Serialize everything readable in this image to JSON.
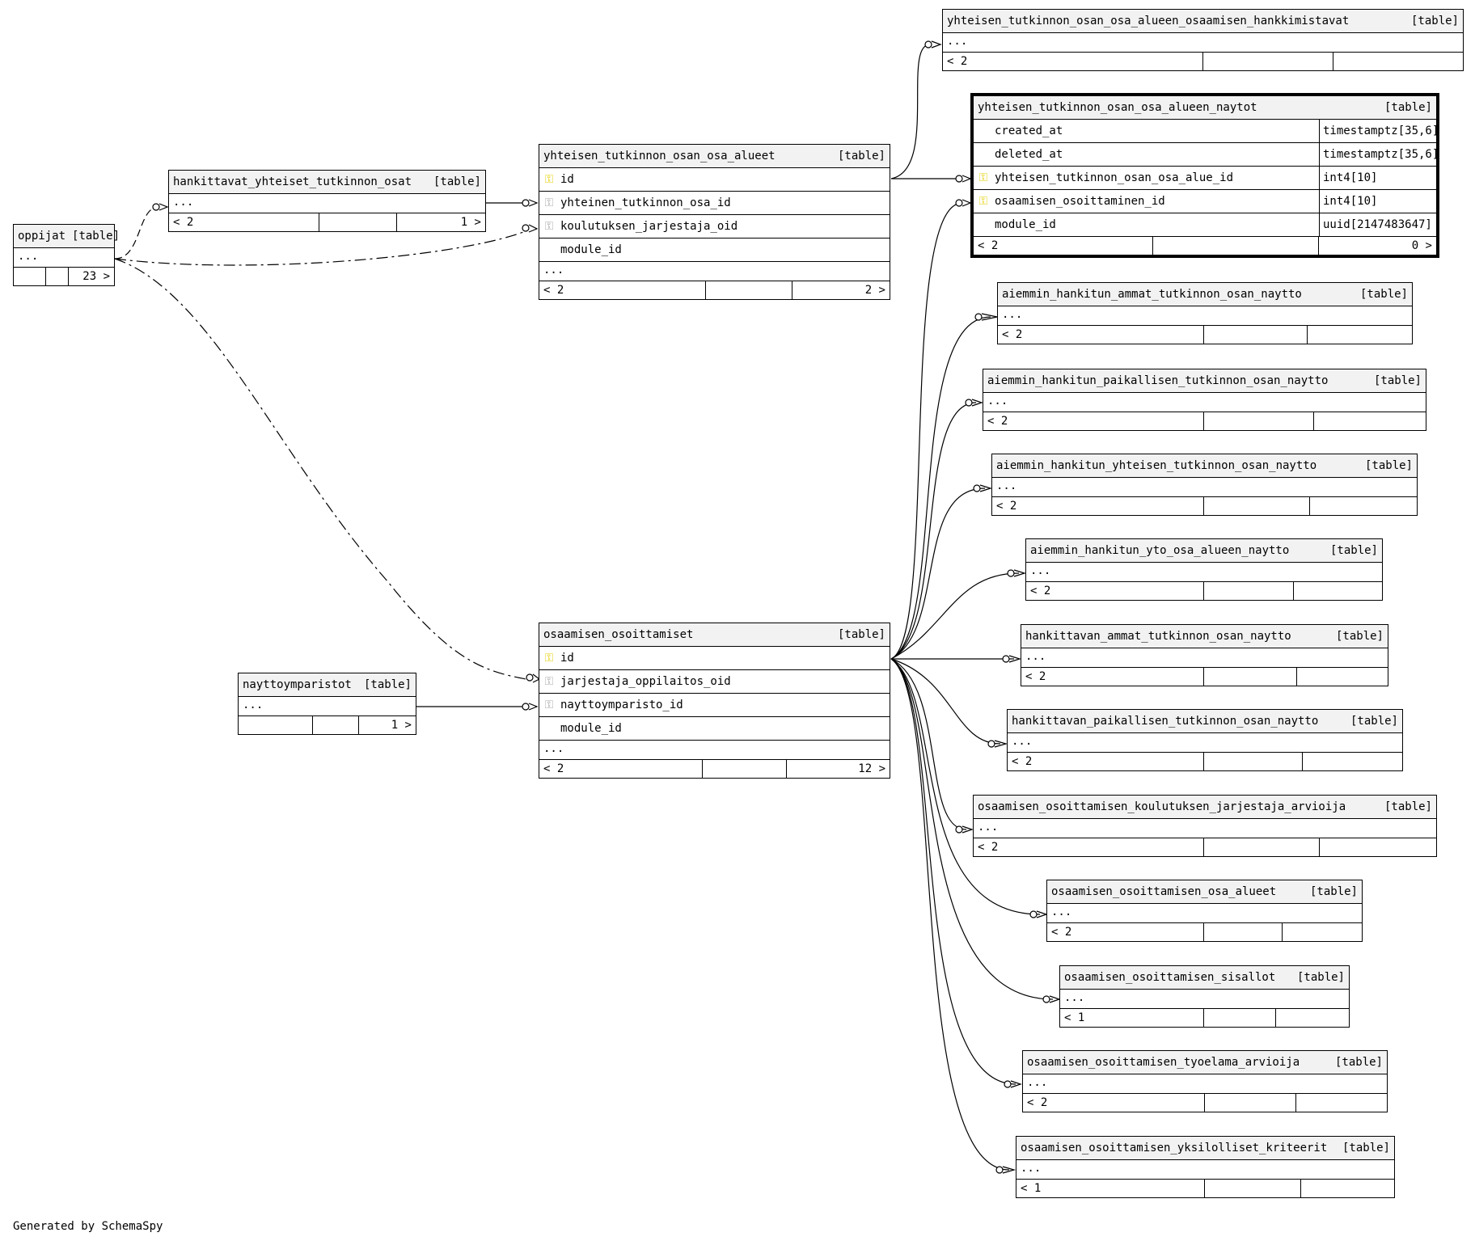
{
  "diagram": {
    "footer_text": "Generated by SchemaSpy",
    "type_tag": "[table]",
    "tables": {
      "oppijat": {
        "name": "oppijat",
        "ellipsis": "...",
        "foot_left": "",
        "foot_right": "23 >"
      },
      "hankittavat": {
        "name": "hankittavat_yhteiset_tutkinnon_osat",
        "ellipsis": "...",
        "foot_left": "< 2",
        "foot_right": "1 >"
      },
      "alueet": {
        "name": "yhteisen_tutkinnon_osan_osa_alueet",
        "columns": [
          {
            "key": "pk",
            "name": "id"
          },
          {
            "key": "fk",
            "name": "yhteinen_tutkinnon_osa_id"
          },
          {
            "key": "fk",
            "name": "koulutuksen_jarjestaja_oid"
          },
          {
            "key": "",
            "name": "module_id"
          }
        ],
        "ellipsis": "...",
        "foot_left": "< 2",
        "foot_right": "2 >"
      },
      "hankkimistavat": {
        "name": "yhteisen_tutkinnon_osan_osa_alueen_osaamisen_hankkimistavat",
        "ellipsis": "...",
        "foot_left": "< 2",
        "foot_right": ""
      },
      "naytot": {
        "name": "yhteisen_tutkinnon_osan_osa_alueen_naytot",
        "columns": [
          {
            "key": "",
            "name": "created_at",
            "type": "timestamptz[35,6]"
          },
          {
            "key": "",
            "name": "deleted_at",
            "type": "timestamptz[35,6]"
          },
          {
            "key": "pk",
            "name": "yhteisen_tutkinnon_osan_osa_alue_id",
            "type": "int4[10]"
          },
          {
            "key": "pk",
            "name": "osaamisen_osoittaminen_id",
            "type": "int4[10]"
          },
          {
            "key": "",
            "name": "module_id",
            "type": "uuid[2147483647]"
          }
        ],
        "foot_left": "< 2",
        "foot_right": "0 >"
      },
      "osoittamiset": {
        "name": "osaamisen_osoittamiset",
        "columns": [
          {
            "key": "pk",
            "name": "id"
          },
          {
            "key": "fk",
            "name": "jarjestaja_oppilaitos_oid"
          },
          {
            "key": "fk",
            "name": "nayttoymparisto_id"
          },
          {
            "key": "",
            "name": "module_id"
          }
        ],
        "ellipsis": "...",
        "foot_left": "< 2",
        "foot_right": "12 >"
      },
      "nayttoymparistot": {
        "name": "nayttoymparistot",
        "ellipsis": "...",
        "foot_left": "",
        "foot_right": "1 >"
      },
      "r1": {
        "name": "aiemmin_hankitun_ammat_tutkinnon_osan_naytto",
        "ellipsis": "...",
        "foot_left": "< 2"
      },
      "r2": {
        "name": "aiemmin_hankitun_paikallisen_tutkinnon_osan_naytto",
        "ellipsis": "...",
        "foot_left": "< 2"
      },
      "r3": {
        "name": "aiemmin_hankitun_yhteisen_tutkinnon_osan_naytto",
        "ellipsis": "...",
        "foot_left": "< 2"
      },
      "r4": {
        "name": "aiemmin_hankitun_yto_osa_alueen_naytto",
        "ellipsis": "...",
        "foot_left": "< 2"
      },
      "r5": {
        "name": "hankittavan_ammat_tutkinnon_osan_naytto",
        "ellipsis": "...",
        "foot_left": "< 2"
      },
      "r6": {
        "name": "hankittavan_paikallisen_tutkinnon_osan_naytto",
        "ellipsis": "...",
        "foot_left": "< 2"
      },
      "r7": {
        "name": "osaamisen_osoittamisen_koulutuksen_jarjestaja_arvioija",
        "ellipsis": "...",
        "foot_left": "< 2"
      },
      "r8": {
        "name": "osaamisen_osoittamisen_osa_alueet",
        "ellipsis": "...",
        "foot_left": "< 2"
      },
      "r9": {
        "name": "osaamisen_osoittamisen_sisallot",
        "ellipsis": "...",
        "foot_left": "< 1"
      },
      "r10": {
        "name": "osaamisen_osoittamisen_tyoelama_arvioija",
        "ellipsis": "...",
        "foot_left": "< 2"
      },
      "r11": {
        "name": "osaamisen_osoittamisen_yksilolliset_kriteerit",
        "ellipsis": "...",
        "foot_left": "< 1"
      }
    }
  }
}
